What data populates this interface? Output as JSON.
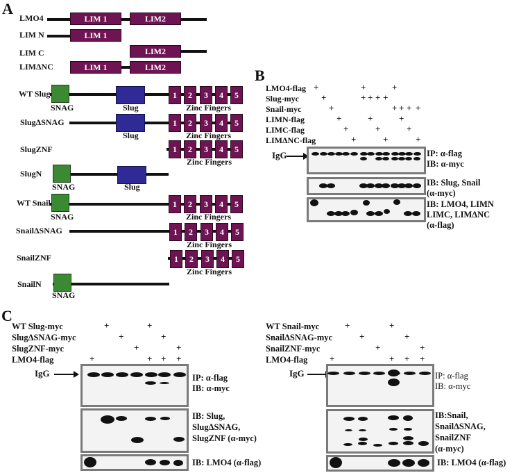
{
  "panels": {
    "A": {
      "letter": "A",
      "lmo_constructs": [
        {
          "name": "LMO4",
          "domains": [
            "LIM 1",
            "LIM2"
          ]
        },
        {
          "name": "LIM N",
          "domains": [
            "LIM 1"
          ]
        },
        {
          "name": "LIM C",
          "domains": [
            "LIM2"
          ]
        },
        {
          "name": "LIMΔNC",
          "domains": [
            "LIM 1",
            "LIM2"
          ]
        }
      ],
      "slug_snail_constructs": [
        {
          "name": "WT Slug",
          "labels": [
            "SNAG",
            "Slug",
            "Zinc Fingers"
          ]
        },
        {
          "name": "SlugΔSNAG",
          "labels": [
            "Slug",
            "Zinc Fingers"
          ]
        },
        {
          "name": "SlugZNF",
          "labels": [
            "Zinc Fingers"
          ]
        },
        {
          "name": "SlugN",
          "labels": [
            "SNAG",
            "Slug"
          ]
        },
        {
          "name": "WT Snail",
          "labels": [
            "SNAG",
            "Zinc Fingers"
          ]
        },
        {
          "name": "SnailΔSNAG",
          "labels": [
            "Zinc Fingers"
          ]
        },
        {
          "name": "SnailZNF",
          "labels": [
            "Zinc Fingers"
          ]
        },
        {
          "name": "SnailN",
          "labels": [
            "SNAG"
          ]
        }
      ],
      "zinc_finger_numbers": [
        "1",
        "2",
        "3",
        "4",
        "5"
      ],
      "colors": {
        "lim": "#6e1453",
        "snag": "#3b8a33",
        "slug": "#2f2a96",
        "zinc_finger": "#6e1453"
      }
    },
    "B": {
      "letter": "B",
      "rows": [
        "LMO4-flag",
        "Slug-myc",
        "Snail-myc",
        "LIMN-flag",
        "LIMC-flag",
        "LIMΔNC-flag"
      ],
      "lanes": 14,
      "plus_matrix": [
        [
          1,
          0,
          0,
          0,
          0,
          0,
          1,
          0,
          0,
          0,
          1,
          0,
          0,
          0
        ],
        [
          0,
          1,
          0,
          0,
          0,
          0,
          1,
          1,
          1,
          1,
          0,
          0,
          0,
          0
        ],
        [
          0,
          0,
          1,
          0,
          0,
          0,
          0,
          0,
          0,
          0,
          1,
          1,
          1,
          1
        ],
        [
          0,
          0,
          0,
          1,
          0,
          0,
          0,
          1,
          0,
          0,
          0,
          1,
          0,
          0
        ],
        [
          0,
          0,
          0,
          0,
          1,
          0,
          0,
          0,
          1,
          0,
          0,
          0,
          1,
          0
        ],
        [
          0,
          0,
          0,
          0,
          0,
          1,
          0,
          0,
          0,
          1,
          0,
          0,
          0,
          1
        ]
      ],
      "igg_label": "IgG",
      "blots": [
        {
          "label": [
            "IP: α-flag",
            "IB: α-myc"
          ]
        },
        {
          "label": [
            "IB: Slug, Snail",
            "(α-myc)"
          ]
        },
        {
          "label": [
            "IB: LMO4, LIMN",
            "LIMC, LIMΔNC",
            "(α-flag)"
          ]
        }
      ]
    },
    "C": {
      "letter": "C",
      "left": {
        "rows": [
          "WT Slug-myc",
          "SlugΔSNAG-myc",
          "SlugZNF-myc",
          "LMO4-flag"
        ],
        "plus_matrix": [
          [
            0,
            1,
            0,
            0,
            1,
            0,
            0
          ],
          [
            0,
            0,
            1,
            0,
            0,
            1,
            0
          ],
          [
            0,
            0,
            0,
            1,
            0,
            0,
            1
          ],
          [
            1,
            0,
            0,
            0,
            1,
            1,
            1
          ]
        ],
        "igg_label": "IgG",
        "blots": [
          {
            "label": [
              "IP: α-flag",
              "IB: α-myc"
            ]
          },
          {
            "label": [
              "IB: Slug,",
              "SlugΔSNAG,",
              "SlugZNF (α-myc)"
            ]
          },
          {
            "label": [
              "IB: LMO4  (α-flag)"
            ]
          }
        ]
      },
      "right": {
        "rows": [
          "WT Snail-myc",
          "SnailΔSNAG-myc",
          "SnailZNF-myc",
          "LMO4-flag"
        ],
        "plus_matrix": [
          [
            0,
            1,
            0,
            0,
            1,
            0,
            0
          ],
          [
            0,
            0,
            1,
            0,
            0,
            1,
            0
          ],
          [
            0,
            0,
            0,
            1,
            0,
            0,
            1
          ],
          [
            1,
            0,
            0,
            0,
            1,
            1,
            1
          ]
        ],
        "igg_label": "IgG",
        "blots": [
          {
            "label": [
              "IP: α-flag",
              "IB: α-myc"
            ]
          },
          {
            "label": [
              "IB:Snail,",
              "SnailΔSNAG,",
              "SnailZNF",
              "(α-myc)"
            ]
          },
          {
            "label": [
              "IB: LMO4  (α-flag)"
            ]
          }
        ]
      }
    }
  }
}
